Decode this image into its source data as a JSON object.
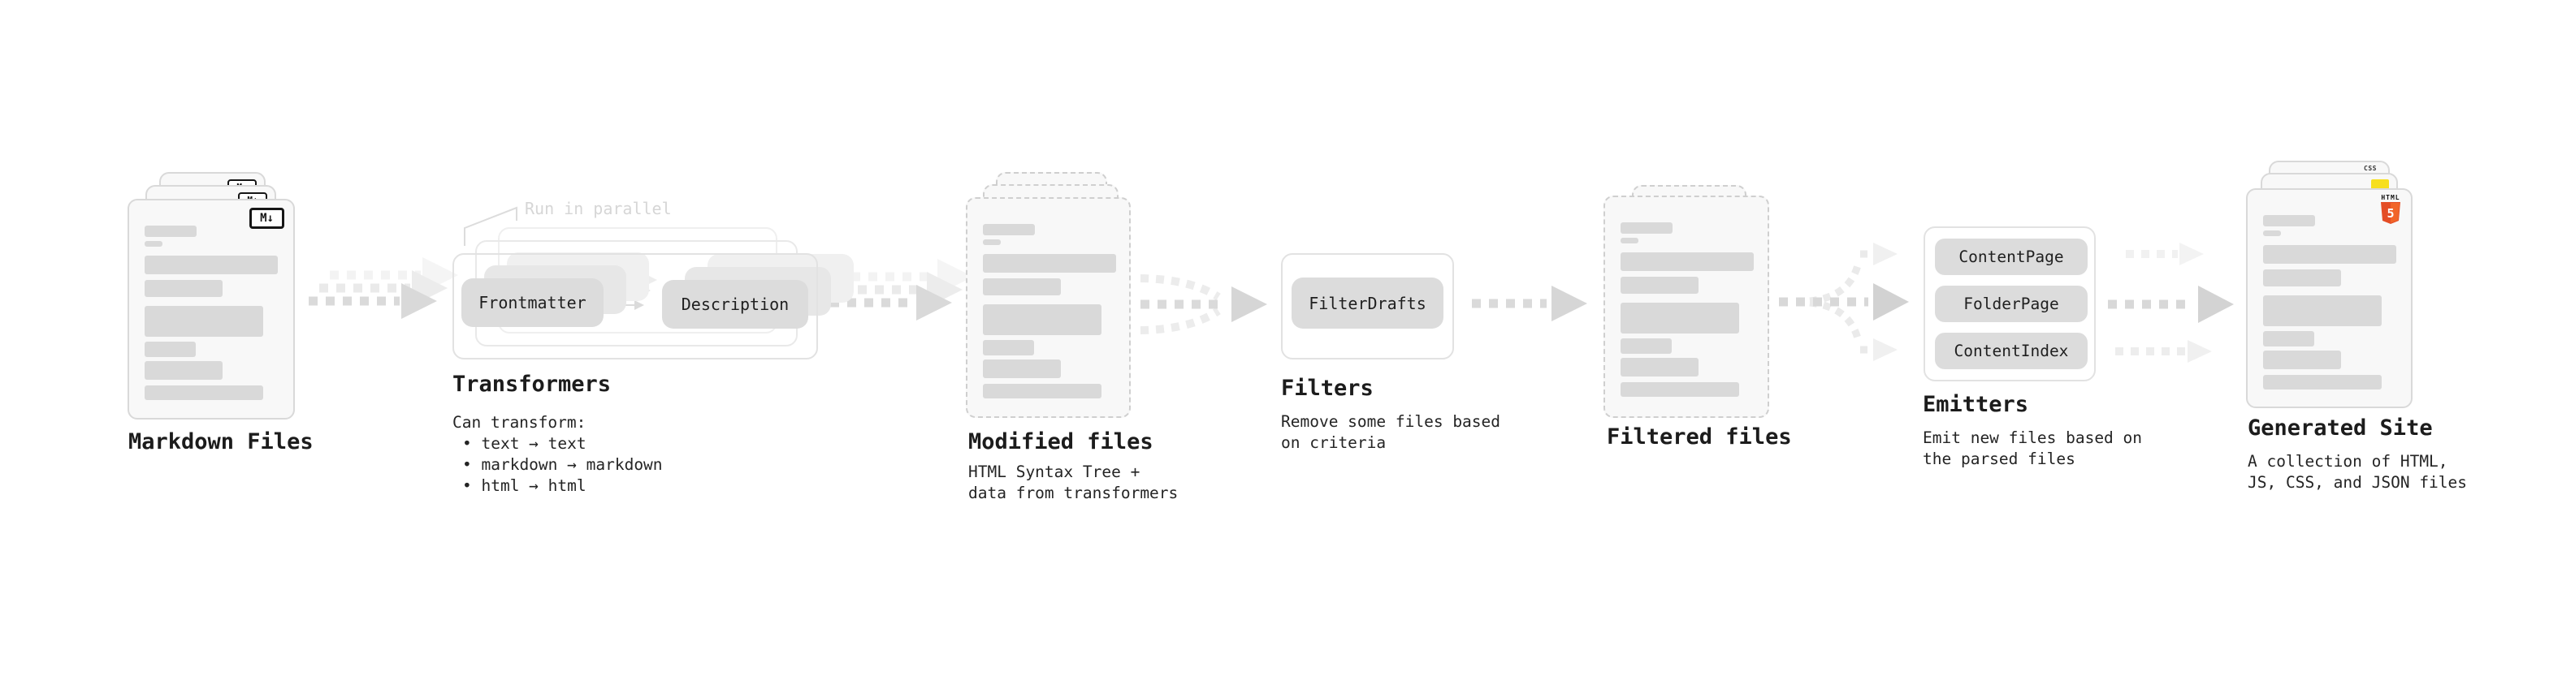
{
  "sections": {
    "markdown_files": {
      "title": "Markdown Files",
      "file_type_badge": "M↓"
    },
    "transformers": {
      "annotation": "Run in parallel",
      "stages": {
        "left": "Frontmatter",
        "right": "Description"
      },
      "title": "Transformers",
      "description_heading": "Can transform:",
      "bullets": [
        "• text → text",
        "• markdown → markdown",
        "• html → html"
      ]
    },
    "modified_files": {
      "title": "Modified files",
      "description": "HTML Syntax Tree +\ndata from transformers"
    },
    "filters": {
      "title": "Filters",
      "filter_chip": "FilterDrafts",
      "description": "Remove some files based\non criteria"
    },
    "filtered_files": {
      "title": "Filtered files"
    },
    "emitters": {
      "title": "Emitters",
      "emitter_chips": [
        "ContentPage",
        "FolderPage",
        "ContentIndex"
      ],
      "description": "Emit new files based on\nthe parsed files"
    },
    "generated_site": {
      "title": "Generated Site",
      "description": "A collection of HTML,\nJS, CSS, and JSON files",
      "css_badge": "CSS",
      "html5_badge": {
        "label": "HTML",
        "number": "5"
      }
    }
  },
  "colors": {
    "html5_orange": "#e44d26",
    "html5_orange_light": "#f16529",
    "js_yellow": "#f7df1e",
    "css_blue": "#2b63f6",
    "doc_fill": "#f8f8f8",
    "doc_border": "#d9d9d9",
    "skeleton_bar": "#d9d9d9",
    "chip_fill": "#dcdcdc",
    "arrow_gray": "#dadada",
    "text_dark": "#1f1f1f",
    "annotation_gray": "#d6d6d6"
  }
}
